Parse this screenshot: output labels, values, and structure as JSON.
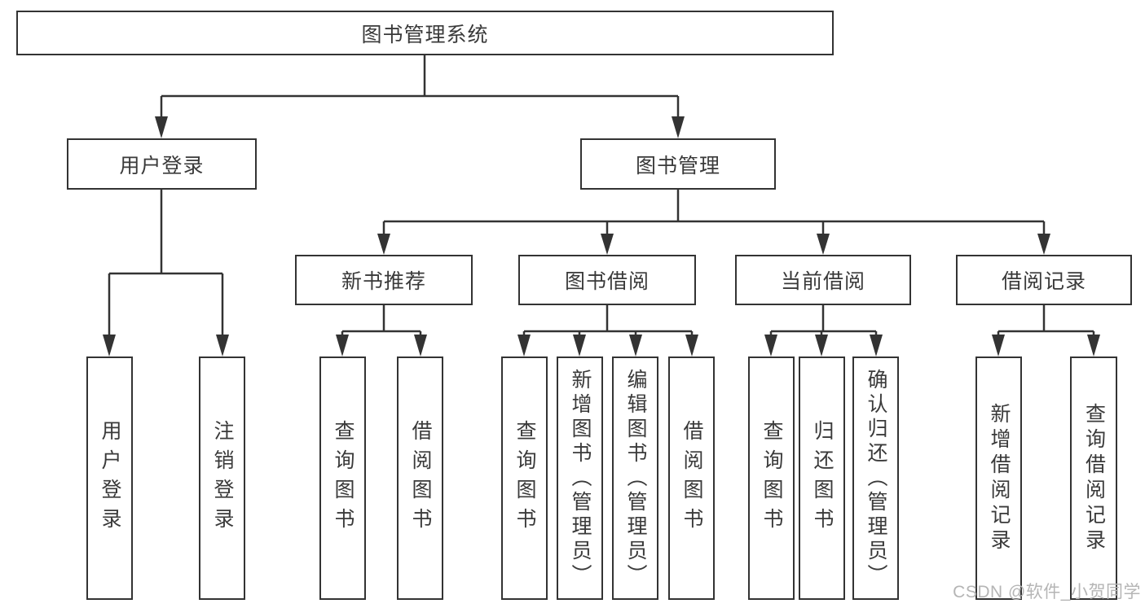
{
  "tree": {
    "root": {
      "label": "图书管理系统"
    },
    "children": [
      {
        "label": "用户登录",
        "children": [
          {
            "label": "用户登录"
          },
          {
            "label": "注销登录"
          }
        ]
      },
      {
        "label": "图书管理",
        "children": [
          {
            "label": "新书推荐",
            "children": [
              {
                "label": "查询图书"
              },
              {
                "label": "借阅图书"
              }
            ]
          },
          {
            "label": "图书借阅",
            "children": [
              {
                "label": "查询图书"
              },
              {
                "label": "新增图书（管理员）"
              },
              {
                "label": "编辑图书（管理员）"
              },
              {
                "label": "借阅图书"
              }
            ]
          },
          {
            "label": "当前借阅",
            "children": [
              {
                "label": "查询图书"
              },
              {
                "label": "归还图书"
              },
              {
                "label": "确认归还（管理员）"
              }
            ]
          },
          {
            "label": "借阅记录",
            "children": [
              {
                "label": "新增借阅记录"
              },
              {
                "label": "查询借阅记录"
              }
            ]
          }
        ]
      }
    ]
  },
  "watermark": "CSDN @软件_小贺同学",
  "colors": {
    "line": "#333333",
    "box_border": "#333333",
    "text": "#3a3a3a",
    "watermark": "#b5b5b5",
    "background": "#ffffff"
  }
}
